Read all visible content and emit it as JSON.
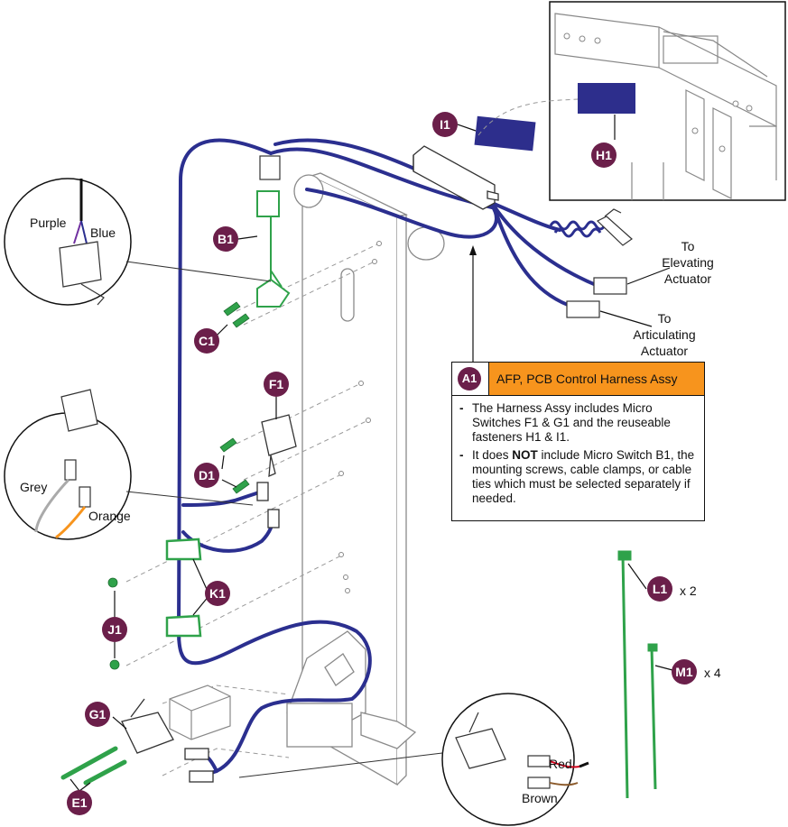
{
  "callouts": {
    "A1": "A1",
    "B1": "B1",
    "C1": "C1",
    "D1": "D1",
    "E1": "E1",
    "F1": "F1",
    "G1": "G1",
    "H1": "H1",
    "I1": "I1",
    "J1": "J1",
    "K1": "K1",
    "L1": "L1",
    "M1": "M1"
  },
  "quantities": {
    "L1": "x 2",
    "M1": "x 4"
  },
  "wire_labels": {
    "purple": "Purple",
    "blue": "Blue",
    "grey": "Grey",
    "orange": "Orange",
    "red": "Red",
    "brown": "Brown"
  },
  "destinations": {
    "elevating": [
      "To",
      "Elevating",
      "Actuator"
    ],
    "articulating": [
      "To",
      "Articulating",
      "Actuator"
    ]
  },
  "info_box": {
    "badge": "A1",
    "title": "AFP, PCB Control Harness Assy",
    "note1": "The Harness Assy includes Micro Switches F1 & G1 and the reuseable fasteners H1 & I1.",
    "note2_pre": "It does ",
    "note2_bold": "NOT",
    "note2_post": " include Micro Switch B1, the mounting screws, cable clamps, or cable ties which must be selected separately if needed."
  },
  "colors": {
    "harness": "#2b2f8f",
    "green_part": "#2fa24a",
    "badge": "#6b1f4a",
    "title_fill": "#f7941d",
    "fastener": "#2d2e8c"
  }
}
